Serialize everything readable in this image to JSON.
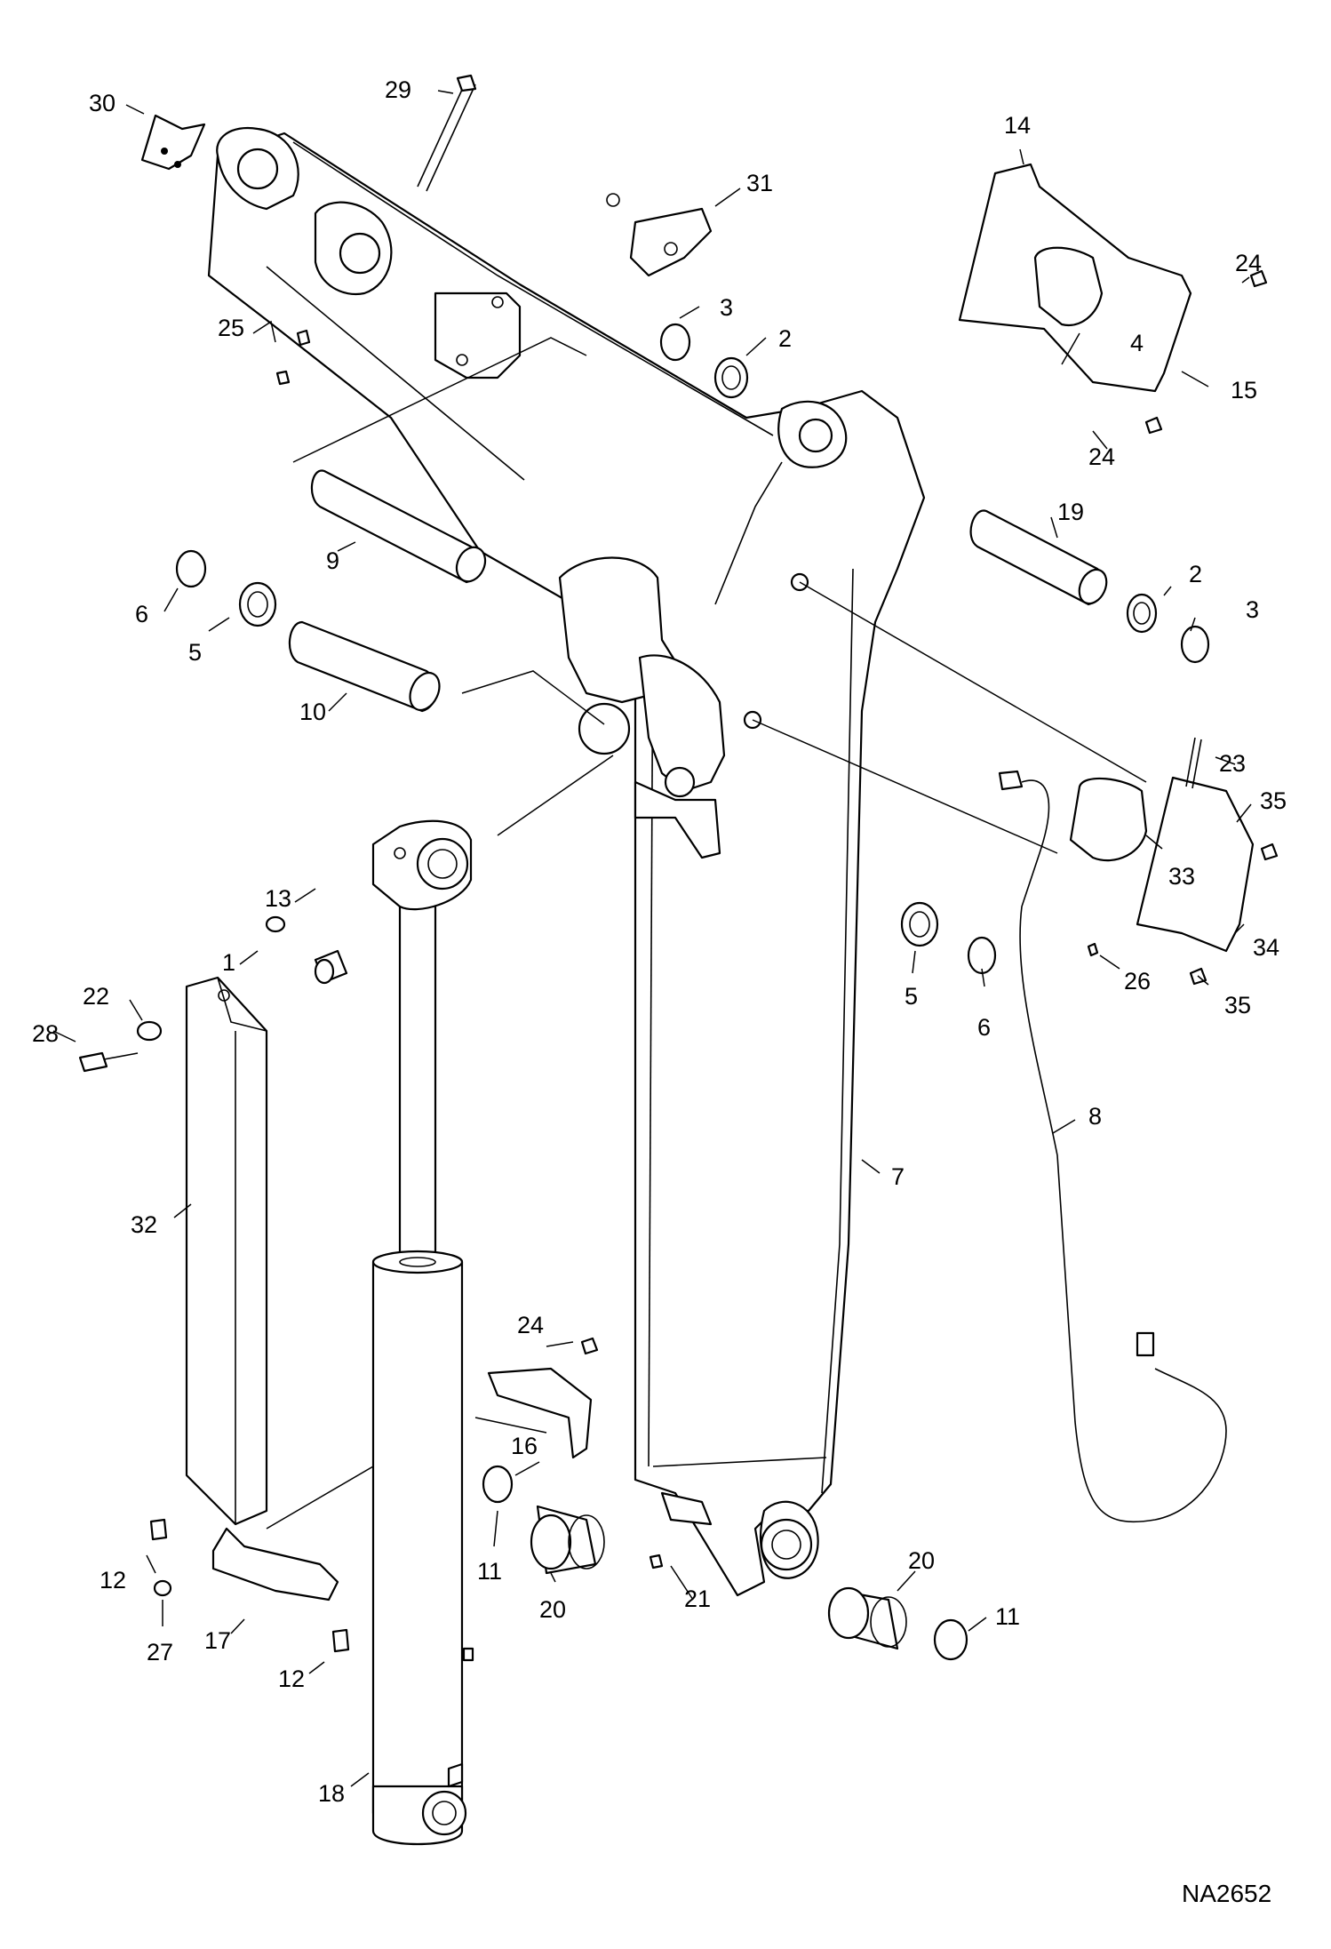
{
  "diagram": {
    "drawing_code": "NA2652",
    "callouts": [
      "1",
      "2",
      "3",
      "4",
      "5",
      "6",
      "7",
      "8",
      "9",
      "10",
      "11",
      "12",
      "13",
      "14",
      "15",
      "16",
      "17",
      "18",
      "19",
      "20",
      "21",
      "22",
      "23",
      "24",
      "25",
      "26",
      "27",
      "28",
      "29",
      "30",
      "31",
      "32",
      "33",
      "34",
      "35"
    ]
  }
}
